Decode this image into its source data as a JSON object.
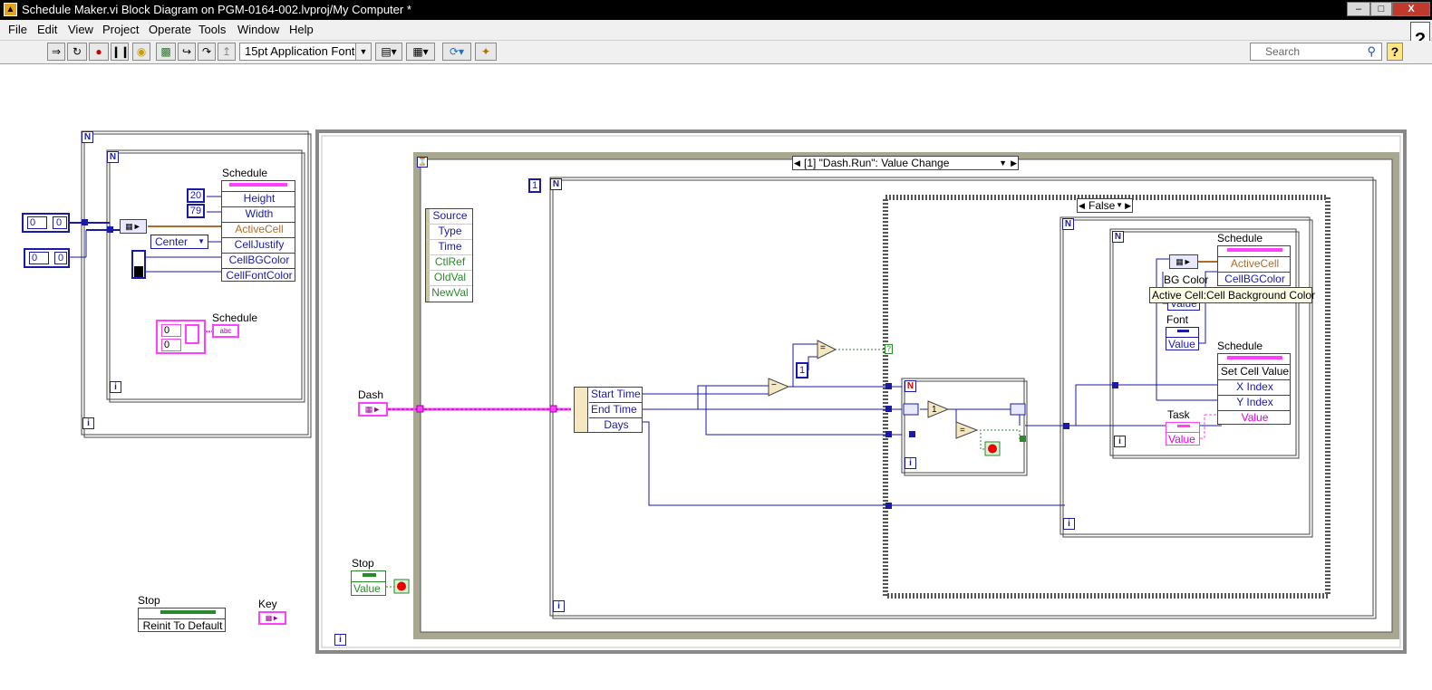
{
  "window": {
    "title": "Schedule Maker.vi Block Diagram on PGM-0164-002.lvproj/My Computer *",
    "minimize": "‒",
    "maximize": "□",
    "close": "X"
  },
  "menu": [
    "File",
    "Edit",
    "View",
    "Project",
    "Operate",
    "Tools",
    "Window",
    "Help"
  ],
  "toolbar": {
    "font": "15pt Application Font",
    "search_placeholder": "Search",
    "help": "?"
  },
  "diagram": {
    "left_frame": {
      "n": "N",
      "i": "i",
      "consts": {
        "a1": "0",
        "a2": "0",
        "b1": "0",
        "b2": "0",
        "height_val": "20",
        "width_val": "79",
        "c1": "0",
        "c2": "0"
      },
      "schedule_label": "Schedule",
      "property_node_items": [
        "Height",
        "Width",
        "ActiveCell",
        "CellJustify",
        "CellBGColor",
        "CellFontColor"
      ],
      "justify_value": "Center",
      "schedule2_label": "Schedule",
      "abc": "abc"
    },
    "event_structure": {
      "case_label": "[1] \"Dash.Run\": Value Change",
      "event_data": [
        "Source",
        "Type",
        "Time",
        "CtlRef",
        "OldVal",
        "NewVal"
      ],
      "dash_label": "Dash",
      "stop_label": "Stop",
      "stop_value": "Value",
      "i": "i",
      "one": "1"
    },
    "inner_loop": {
      "n": "N",
      "i": "i",
      "unbundle": [
        "Start Time",
        "End Time",
        "Days"
      ],
      "const_one": "1",
      "minus": "−",
      "equal": "=",
      "question": "?",
      "one_op": "1",
      "false_case": "False"
    },
    "right": {
      "schedule_label": "Schedule",
      "items_top": [
        "ActiveCell",
        "CellBGColor"
      ],
      "bg_color": "BG Color",
      "value": "Value",
      "tooltip": "Active Cell:Cell Background Color",
      "font_label": "Font",
      "font_value": "Value",
      "schedule2_label": "Schedule",
      "items_bottom": [
        "Set Cell Value",
        "X Index",
        "Y Index",
        "Value"
      ],
      "task_label": "Task",
      "task_value": "Value",
      "n": "N",
      "i": "i"
    },
    "bottom_left": {
      "stop_label": "Stop",
      "reinit": "Reinit To Default",
      "key_label": "Key"
    }
  }
}
